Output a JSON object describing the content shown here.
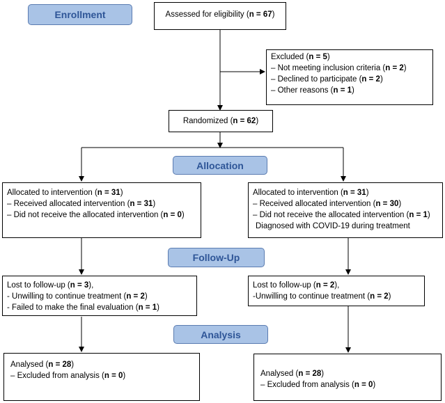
{
  "stages": {
    "enrollment": "Enrollment",
    "allocation": "Allocation",
    "followup": "Follow-Up",
    "analysis": "Analysis"
  },
  "eligibility": {
    "text": "Assessed for eligibility (",
    "n": "n = 67",
    "close": ")"
  },
  "excluded": {
    "title": "Excluded (",
    "n": "n = 5",
    "close": ")",
    "items": [
      {
        "text": "– Not meeting inclusion criteria (",
        "n": "n = 2",
        "close": ")"
      },
      {
        "text": "– Declined to participate (",
        "n": "n = 2",
        "close": ")"
      },
      {
        "text": "– Other reasons (",
        "n": "n = 1",
        "close": ")"
      }
    ]
  },
  "randomized": {
    "text": "Randomized (",
    "n": "n = 62",
    "close": ")"
  },
  "alloc_left": {
    "title": "Allocated to intervention (",
    "n": "n = 31",
    "close": ")",
    "items": [
      {
        "text": "– Received allocated intervention (",
        "n": "n = 31",
        "close": ")"
      },
      {
        "text": "– Did not receive the allocated intervention (",
        "n": "n = 0",
        "close": ")"
      }
    ]
  },
  "alloc_right": {
    "title": "Allocated to intervention (",
    "n": "n = 31",
    "close": ")",
    "items": [
      {
        "text": "– Received allocated intervention (",
        "n": "n = 30",
        "close": ")"
      },
      {
        "text": "– Did not receive the allocated intervention (",
        "n": "n = 1",
        "close": ")"
      }
    ],
    "note": "Diagnosed with COVID-19 during treatment"
  },
  "follow_left": {
    "title": "Lost to follow-up (",
    "n": "n = 3",
    "close": "),",
    "items": [
      {
        "text": "- Unwilling to continue treatment (",
        "n": "n = 2",
        "close": ")"
      },
      {
        "text": "- Failed to make the final evaluation (",
        "n": "n = 1",
        "close": ")"
      }
    ]
  },
  "follow_right": {
    "title": "Lost to follow-up (",
    "n": "n = 2",
    "close": "),",
    "items": [
      {
        "text": "-Unwilling to continue treatment (",
        "n": "n = 2",
        "close": ")"
      }
    ]
  },
  "analysis_left": {
    "title": "Analysed (",
    "n": "n = 28",
    "close": ")",
    "items": [
      {
        "text": "– Excluded from analysis (",
        "n": "n = 0",
        "close": ")"
      }
    ]
  },
  "analysis_right": {
    "title": "Analysed (",
    "n": "n = 28",
    "close": ")",
    "items": [
      {
        "text": "– Excluded from analysis (",
        "n": "n = 0",
        "close": ")"
      }
    ]
  }
}
